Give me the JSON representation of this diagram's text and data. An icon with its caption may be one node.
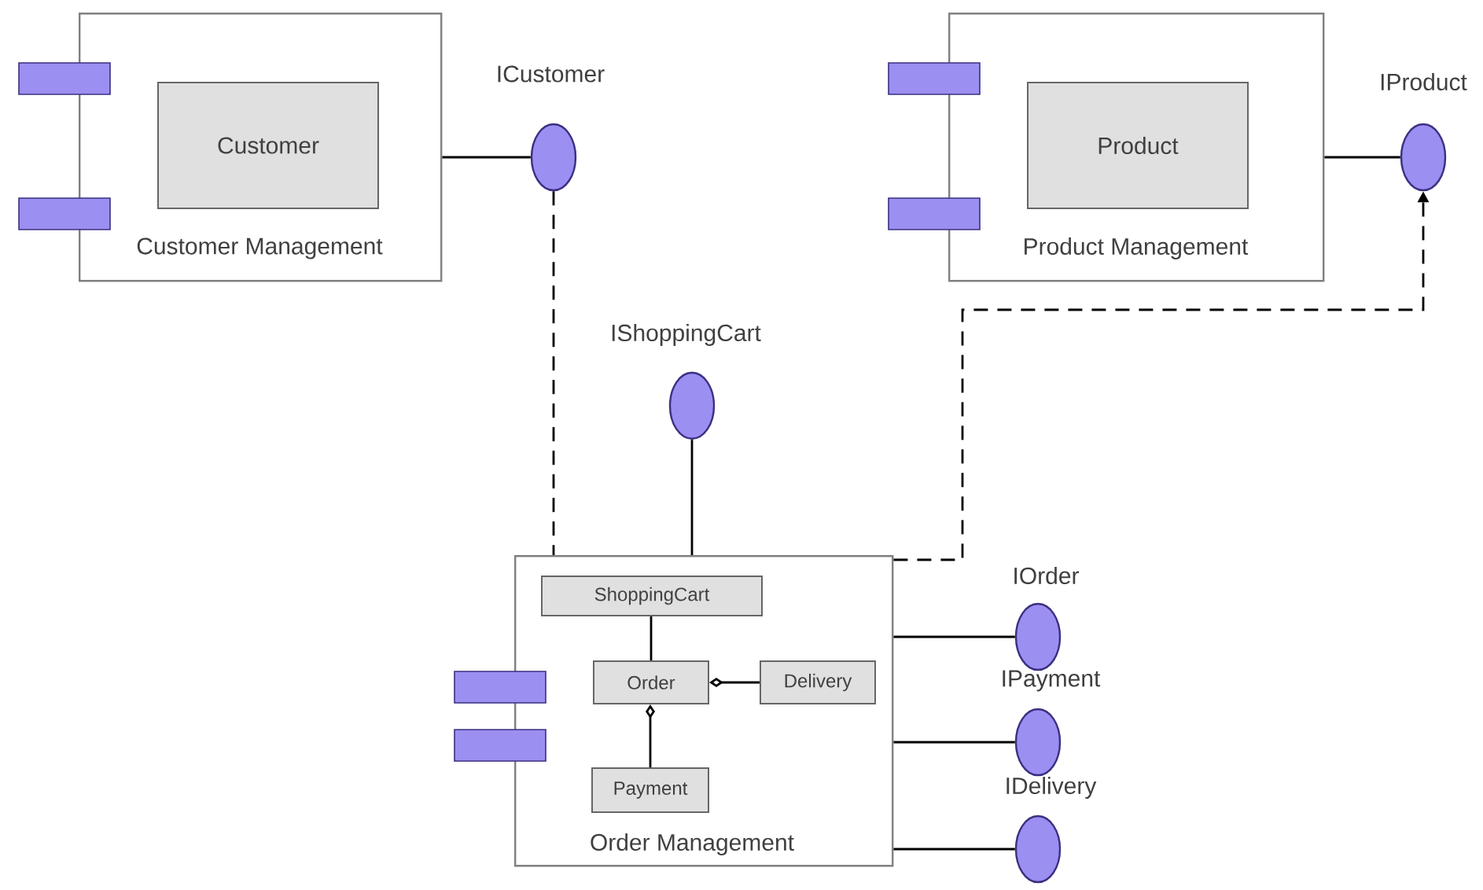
{
  "diagram": {
    "nodes": [
      {
        "text": [
          "Customer Management"
        ]
      },
      {
        "text": [
          "Customer"
        ],
        "in": 0
      },
      {
        "text": [
          "ICustomer"
        ]
      },
      {
        "text": [
          "Product Management"
        ]
      },
      {
        "text": [
          "Product"
        ],
        "in": 3
      },
      {
        "text": [
          "IProduct"
        ]
      },
      {
        "text": [
          "IShoppingCart"
        ]
      },
      {
        "text": [
          "Order Management"
        ]
      },
      {
        "text": [
          "ShoppingCart"
        ],
        "in": 7
      },
      {
        "text": [
          "Order"
        ],
        "in": 7
      },
      {
        "text": [
          "Delivery"
        ],
        "in": 7
      },
      {
        "text": [
          "Payment"
        ],
        "in": 7
      },
      {
        "text": [
          "IOrder"
        ]
      },
      {
        "text": [
          "IPayment"
        ]
      },
      {
        "text": [
          "IDelivery"
        ]
      }
    ],
    "edges": [
      {
        "from": 0,
        "to": 2,
        "arrow": "none"
      },
      {
        "from": 2,
        "to": 7,
        "arrow": "none",
        "style": "dashed"
      },
      {
        "from": 3,
        "to": 5,
        "arrow": "none"
      },
      {
        "from": 7,
        "to": 5,
        "arrow": "to",
        "style": "dashed"
      },
      {
        "from": 6,
        "to": 7,
        "arrow": "none"
      },
      {
        "from": 8,
        "to": 9,
        "arrow": "none"
      },
      {
        "from": 10,
        "to": 9,
        "arrow": "other"
      },
      {
        "from": 11,
        "to": 9,
        "arrow": "other"
      },
      {
        "from": 7,
        "to": 12,
        "arrow": "none"
      },
      {
        "from": 7,
        "to": 13,
        "arrow": "none"
      },
      {
        "from": 7,
        "to": 14,
        "arrow": "none"
      }
    ]
  }
}
